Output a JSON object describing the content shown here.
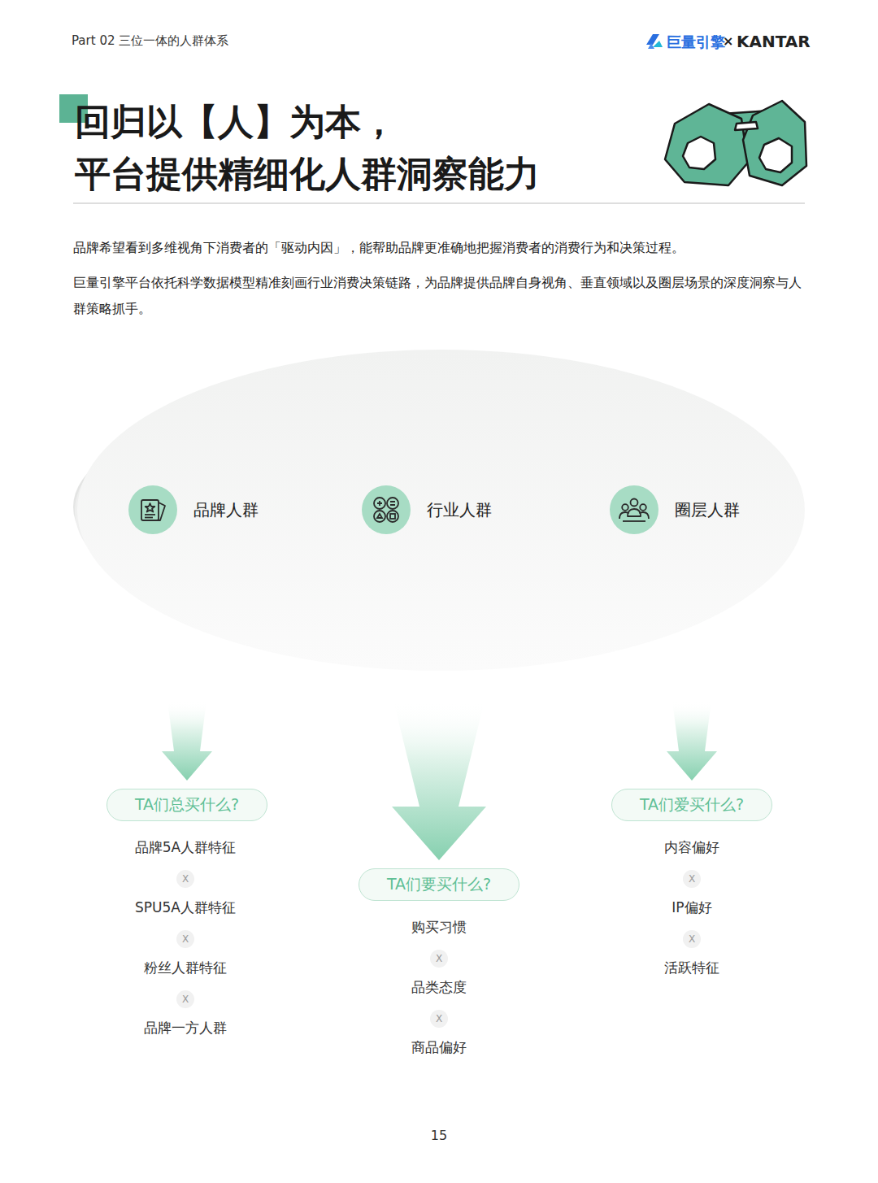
{
  "diagram": {
    "title": "回归以【人】为本， 平台提供精细化人群洞察能力",
    "nodes": [
      {
        "text": [
          "圈层人群"
        ]
      },
      {
        "text": [
          "行业人群"
        ],
        "in": 0
      },
      {
        "text": [
          "品牌人群"
        ],
        "in": 1
      },
      {
        "text": [
          "TA们总买什么?"
        ]
      },
      {
        "text": [
          "TA们要买什么?"
        ]
      },
      {
        "text": [
          "TA们爱买什么?"
        ]
      }
    ],
    "edges": [
      {
        "from": 2,
        "to": 3,
        "arrow": "to"
      },
      {
        "from": 1,
        "to": 4,
        "arrow": "to"
      },
      {
        "from": 0,
        "to": 5,
        "arrow": "to"
      }
    ],
    "labels": [
      "Part 02 三位一体的人群体系",
      "巨量引擎",
      "×",
      "KANTAR",
      "品牌希望看到多维视角下消费者的「驱动内因」，能帮助品牌更准确地把握消费者的消费行为和决策过程。",
      "巨量引擎平台依托科学数据模型精准刻画行业消费决策链路，为品牌提供品牌自身视角、垂直领域以及圈层场景的深度洞察与人群策略抓手。",
      "品牌5A人群特征",
      "X",
      "SPU5A人群特征",
      "X",
      "粉丝人群特征",
      "X",
      "品牌一方人群",
      "购买习惯",
      "X",
      "品类态度",
      "X",
      "商品偏好",
      "内容偏好",
      "X",
      "IP偏好",
      "X",
      "活跃特征",
      "15"
    ]
  }
}
